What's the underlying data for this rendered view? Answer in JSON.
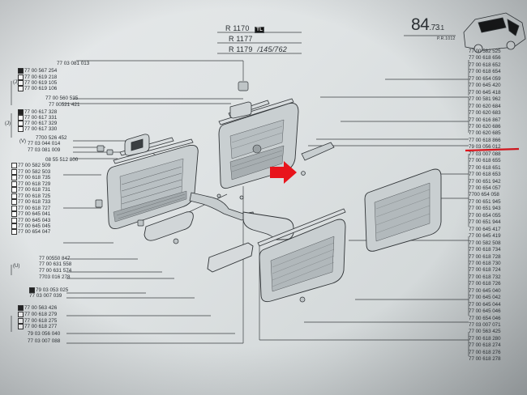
{
  "header": {
    "models": [
      {
        "code": "R 1170",
        "badge": "TL",
        "suffix": ""
      },
      {
        "code": "R 1177",
        "badge": "",
        "suffix": ""
      },
      {
        "code": "R 1179",
        "badge": "",
        "suffix": "/145/762"
      }
    ],
    "page_number": "84",
    "page_section": ".73",
    "page_sub": ".1",
    "print_ref": "P.R.1012"
  },
  "left_labels": [
    {
      "text": "77 03 081 013",
      "mark": ""
    },
    {
      "text": "77 00 567 254",
      "mark": "b"
    },
    {
      "text": "77 00 619 218",
      "mark": "w"
    },
    {
      "text": "77 00 619 105",
      "mark": "w"
    },
    {
      "text": "77 00 619 106",
      "mark": "w"
    },
    {
      "text": "77 00 560 535",
      "mark": ""
    },
    {
      "text": "77 00521 421",
      "mark": ""
    },
    {
      "text": "77 00 617 328",
      "mark": "b"
    },
    {
      "text": "77 00 617 331",
      "mark": "w"
    },
    {
      "text": "77 00 617 329",
      "mark": "w"
    },
    {
      "text": "77 00 617 330",
      "mark": "w"
    },
    {
      "text": "7700 526 452",
      "mark": ""
    },
    {
      "text": "77 03 044 014",
      "mark": ""
    },
    {
      "text": "77 03 081 009",
      "mark": ""
    },
    {
      "text": "08 55 512 800",
      "mark": ""
    },
    {
      "text": "77 00 582 509",
      "mark": "w"
    },
    {
      "text": "77 00 582 503",
      "mark": "w"
    },
    {
      "text": "77 00 618 735",
      "mark": "w"
    },
    {
      "text": "77 00 618 729",
      "mark": "w"
    },
    {
      "text": "77 00 618 731",
      "mark": "w"
    },
    {
      "text": "77 00 618 725",
      "mark": "w"
    },
    {
      "text": "77 00 618 733",
      "mark": "w"
    },
    {
      "text": "77 00 618 727",
      "mark": "w"
    },
    {
      "text": "77 00 645 041",
      "mark": "w"
    },
    {
      "text": "77 00 645 043",
      "mark": "w"
    },
    {
      "text": "77 00 645 045",
      "mark": "w"
    },
    {
      "text": "77 00 654 047",
      "mark": "w"
    },
    {
      "text": "77 00550 847",
      "mark": ""
    },
    {
      "text": "77 00 631 558",
      "mark": ""
    },
    {
      "text": "77 00 631 574",
      "mark": ""
    },
    {
      "text": "7703 016 278",
      "mark": ""
    },
    {
      "text": "79 03 053 025",
      "mark": "b"
    },
    {
      "text": "77 03 007 039",
      "mark": ""
    },
    {
      "text": "77 00 563 426",
      "mark": "b"
    },
    {
      "text": "77 00 618 279",
      "mark": "w"
    },
    {
      "text": "77 00 618 275",
      "mark": "w"
    },
    {
      "text": "77 00 618 277",
      "mark": "w"
    },
    {
      "text": "79 03 056 040",
      "mark": ""
    },
    {
      "text": "77 03 007 088",
      "mark": ""
    }
  ],
  "right_labels": [
    "77 00 582 525",
    "77 00 618 656",
    "77 00 618 652",
    "77 00 618 654",
    "77 00 654 059",
    "77 00 645 420",
    "77 00 645 418",
    "77 00 581 962",
    "77 00 620 684",
    "77 00 620 683",
    "77 00 616 867",
    "77 00 620 686",
    "77 00 620 685",
    "77 00 618 866",
    "79 03 056 012",
    "77 03 007 088",
    "77 00 618 655",
    "77 00 618 651",
    "77 00 618 653",
    "77 00 651 942",
    "77 00 654 057",
    "7700 654 058",
    "77 00 651 945",
    "77 00 651 943",
    "77 00 654 055",
    "77 00 651 944",
    "77 00 645 417",
    "77 00 645 419",
    "77 00 582 508",
    "77 00 618 734",
    "77 00 618 728",
    "77 00 618 730",
    "77 00 618 724",
    "77 00 618 732",
    "77 00 618 726",
    "77 00 645 040",
    "77 00 645 042",
    "77 00 645 044",
    "77 00 645 046",
    "77 00 654 046",
    "77 03 007 071",
    "77 00 563 425",
    "77 00 618 280",
    "77 00 618 274",
    "77 00 618 276",
    "77 00 618 278"
  ],
  "markers": {
    "highlight_part": "77 03 007 088",
    "arrow_color": "#e8141c",
    "underline_color": "#e0141c"
  }
}
